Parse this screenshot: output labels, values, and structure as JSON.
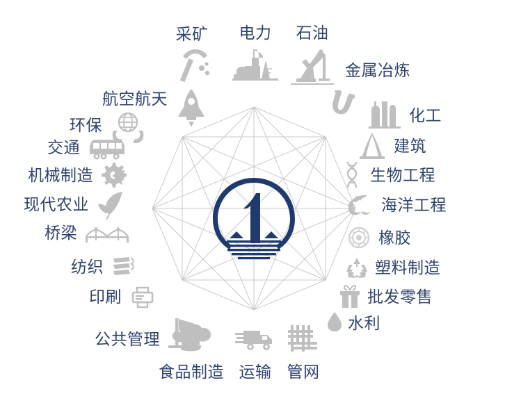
{
  "diagram": {
    "title": "",
    "colors": {
      "label_text": "#2e4370",
      "icon_gray": "#bfbfbf",
      "network_line": "#c9c9c9",
      "logo_navy": "#1f3b6e",
      "background": "#ffffff"
    },
    "center": {
      "logo_name": "sailboat-circle-logo",
      "network_shape": "octagon-with-diagonals",
      "network_vertices": 8
    },
    "nodes": [
      {
        "label": "采矿",
        "icon": "pickaxe-icon",
        "layout": "stack-below"
      },
      {
        "label": "电力",
        "icon": "power-plant-icon",
        "layout": "stack-below"
      },
      {
        "label": "石油",
        "icon": "oil-pump-icon",
        "layout": "stack-below"
      },
      {
        "label": "金属冶炼",
        "icon": "magnet-icon",
        "layout": "label-above-icon"
      },
      {
        "label": "化工",
        "icon": "chemical-tanks-icon",
        "layout": "icon-left"
      },
      {
        "label": "建筑",
        "icon": "building-arch-icon",
        "layout": "icon-left"
      },
      {
        "label": "生物工程",
        "icon": "dna-helix-icon",
        "layout": "icon-left"
      },
      {
        "label": "海洋工程",
        "icon": "dolphin-icon",
        "layout": "icon-left"
      },
      {
        "label": "橡胶",
        "icon": "rubber-gear-icon",
        "layout": "icon-left"
      },
      {
        "label": "塑料制造",
        "icon": "recycle-icon",
        "layout": "icon-left"
      },
      {
        "label": "批发零售",
        "icon": "gift-box-icon",
        "layout": "icon-left"
      },
      {
        "label": "水利",
        "icon": "water-drop-icon",
        "layout": "icon-left"
      },
      {
        "label": "管网",
        "icon": "pipe-network-icon",
        "layout": "stack-below"
      },
      {
        "label": "运输",
        "icon": "delivery-truck-icon",
        "layout": "stack-below"
      },
      {
        "label": "食品制造",
        "icon": "chef-hat-icon",
        "layout": "stack-below"
      },
      {
        "label": "公共管理",
        "icon": "flag-icon",
        "layout": "icon-right"
      },
      {
        "label": "印刷",
        "icon": "printer-icon",
        "layout": "icon-right"
      },
      {
        "label": "纺织",
        "icon": "textile-icon",
        "layout": "icon-right"
      },
      {
        "label": "桥梁",
        "icon": "bridge-icon",
        "layout": "icon-right"
      },
      {
        "label": "现代农业",
        "icon": "leaf-sprout-icon",
        "layout": "icon-right"
      },
      {
        "label": "机械制造",
        "icon": "gears-icon",
        "layout": "icon-right"
      },
      {
        "label": "交通",
        "icon": "bus-icon",
        "layout": "icon-right"
      },
      {
        "label": "环保",
        "icon": "globe-in-hands-icon",
        "layout": "icon-right"
      },
      {
        "label": "航空航天",
        "icon": "rocket-icon",
        "layout": "icon-right"
      }
    ]
  }
}
